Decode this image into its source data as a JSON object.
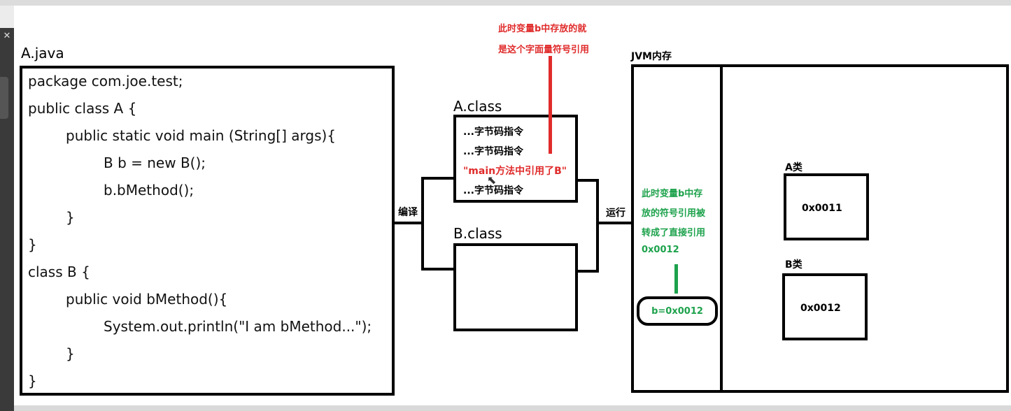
{
  "java_file": {
    "title": "A.java",
    "code_lines": [
      "package com.joe.test;",
      "public class A {",
      "public static void main (String[] args){",
      "B b = new B();",
      "b.bMethod();",
      "}",
      "}",
      "class B {",
      "public void bMethod(){",
      "System.out.println(\"I am bMethod...\");",
      "}",
      "}"
    ]
  },
  "compile_label": "编译",
  "run_label": "运行",
  "a_class": {
    "title": "A.class",
    "lines": [
      "...字节码指令",
      "...字节码指令",
      "\"main方法中引用了B\"",
      "...字节码指令"
    ]
  },
  "b_class": {
    "title": "B.class"
  },
  "red_note": {
    "line1": "此时变量b中存放的就",
    "line2": "是这个字面量符号引用"
  },
  "jvm": {
    "title": "JVM内存",
    "green_note": [
      "此时变量b中存",
      "放的符号引用被",
      "转成了直接引用",
      "0x0012"
    ],
    "b_value": "b=0x0012",
    "a_class_label": "A类",
    "a_class_addr": "0x0011",
    "b_class_label": "B类",
    "b_class_addr": "0x0012"
  },
  "colors": {
    "red": "#e02b2b",
    "green": "#1da24c"
  }
}
